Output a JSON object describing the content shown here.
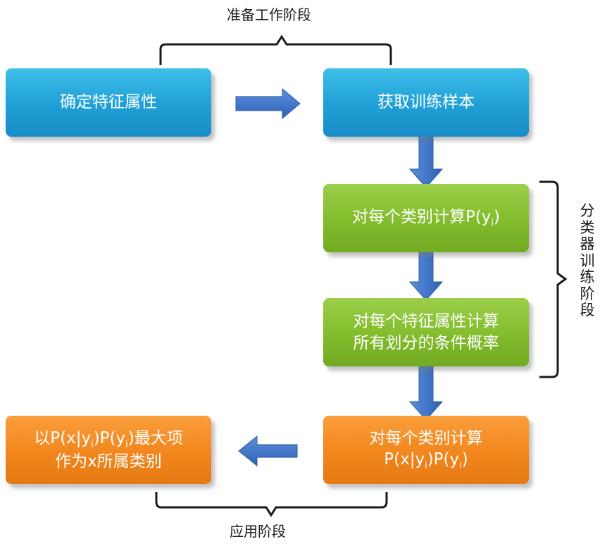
{
  "stages": {
    "prep": "准备工作阶段",
    "training": "分类器训练阶段",
    "application": "应用阶段"
  },
  "boxes": {
    "determine_features": "确定特征属性",
    "get_samples": "获取训练样本",
    "compute_py_prefix": "对每个类别计算P(y",
    "compute_py_sub": "i",
    "compute_py_suffix": ")",
    "compute_cond_line1": "对每个特征属性计算",
    "compute_cond_line2": "所有划分的条件概率",
    "compute_joint_line1": "对每个类别计算",
    "compute_joint_line2": {
      "p1": "P(x|y",
      "s1": "i",
      "p2": ")P(y",
      "s2": "i",
      "p3": ")"
    },
    "result_line1": {
      "p1": "以P(x|y",
      "s1": "i",
      "p2": ")P(y",
      "s2": "i",
      "p3": ")最大项"
    },
    "result_line2": "作为x所属类别"
  },
  "colors": {
    "blue_box": "#1f9fd6",
    "green_box": "#82bc2c",
    "orange_box": "#f2861d",
    "arrow": "#3a6fc4",
    "bracket": "#1a1a1a"
  }
}
